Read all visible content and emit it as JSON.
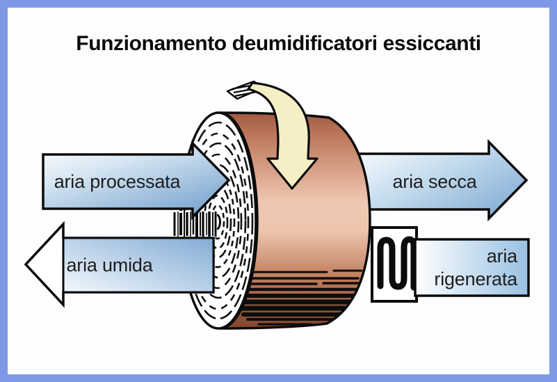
{
  "title": "Funzionamento deumidificatori essiccanti",
  "diagram": {
    "type": "process-flow-diagram",
    "subject": "desiccant dehumidifier operation",
    "flows": {
      "processed_air": "aria processata",
      "dry_air": "aria secca",
      "humid_air": "aria umida",
      "regenerated_air": "aria rigenerata"
    },
    "icons": {
      "rotation": "curved-rotation-arrow-icon",
      "heater": "heating-coil-icon",
      "wheel": "desiccant-rotor-wheel"
    },
    "colors": {
      "frame_border": "#7d99e5",
      "air_arrow_blue": "#7ea8d2",
      "arrow_outline": "#0b0b0b",
      "drum_copper_light": "#efc6af",
      "drum_copper_dark": "#86492f",
      "rotation_arrow_cream": "#f4efc5"
    }
  }
}
